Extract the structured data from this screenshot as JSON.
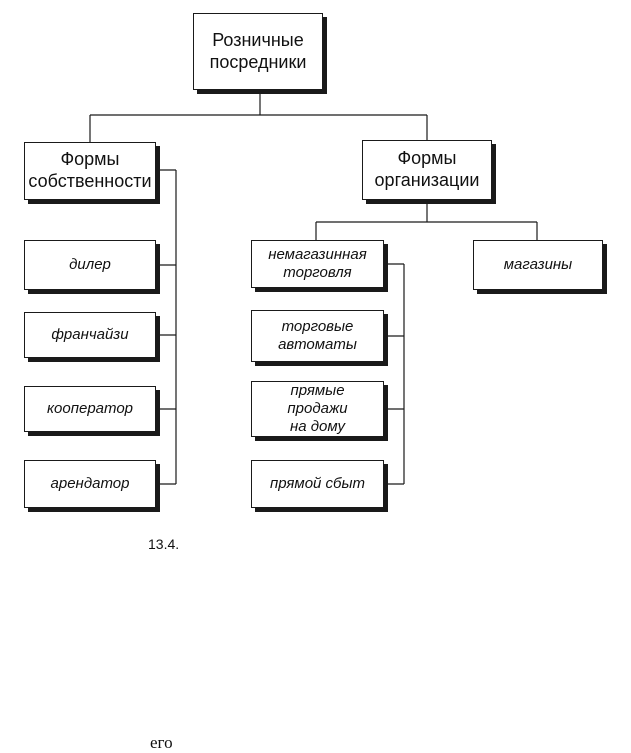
{
  "root": {
    "label": "Розничные\nпосредники"
  },
  "branches": {
    "ownership": {
      "label": "Формы\nсобственности"
    },
    "organization": {
      "label": "Формы\nорганизации"
    }
  },
  "ownership_items": [
    "дилер",
    "франчайзи",
    "кооператор",
    "арендатор"
  ],
  "organization_items": {
    "non_store": {
      "label": "немагазинная\nторговля"
    },
    "stores": {
      "label": "магазины"
    },
    "non_store_subitems": [
      "торговые\nавтоматы",
      "прямые\nпродажи\nна дому",
      "прямой сбыт"
    ]
  },
  "caption": "13.4.",
  "footer_text": "его",
  "colors": {
    "line": "#1a1a1a",
    "box_border": "#1a1a1a",
    "background": "#ffffff"
  }
}
